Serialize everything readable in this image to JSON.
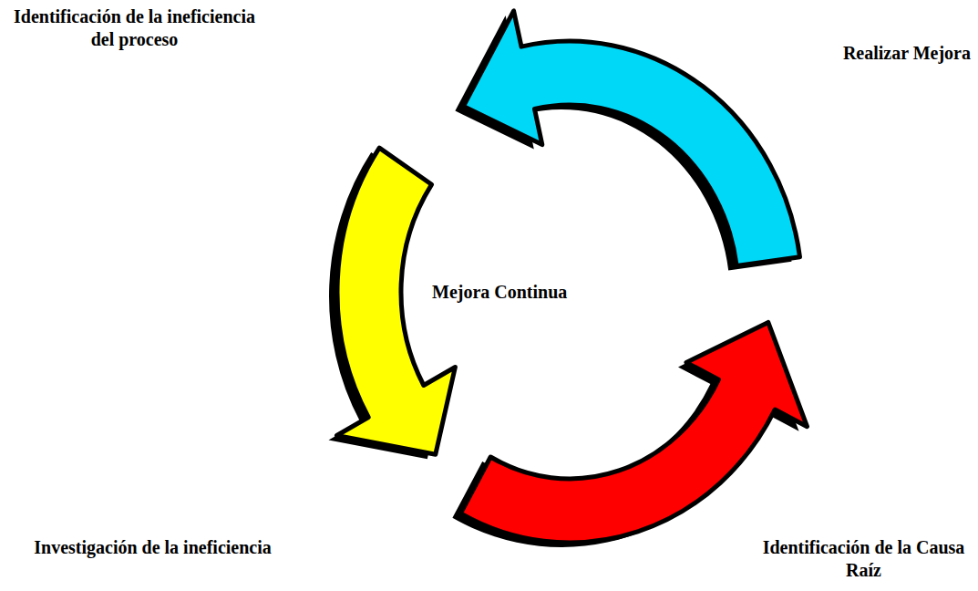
{
  "diagram": {
    "labels": [
      "Identificación de la ineficiencia del proceso",
      "Realizar Mejora",
      "Mejora Continua",
      "Investigación de la ineficiencia",
      "Identificación de la Causa Raíz"
    ]
  }
}
